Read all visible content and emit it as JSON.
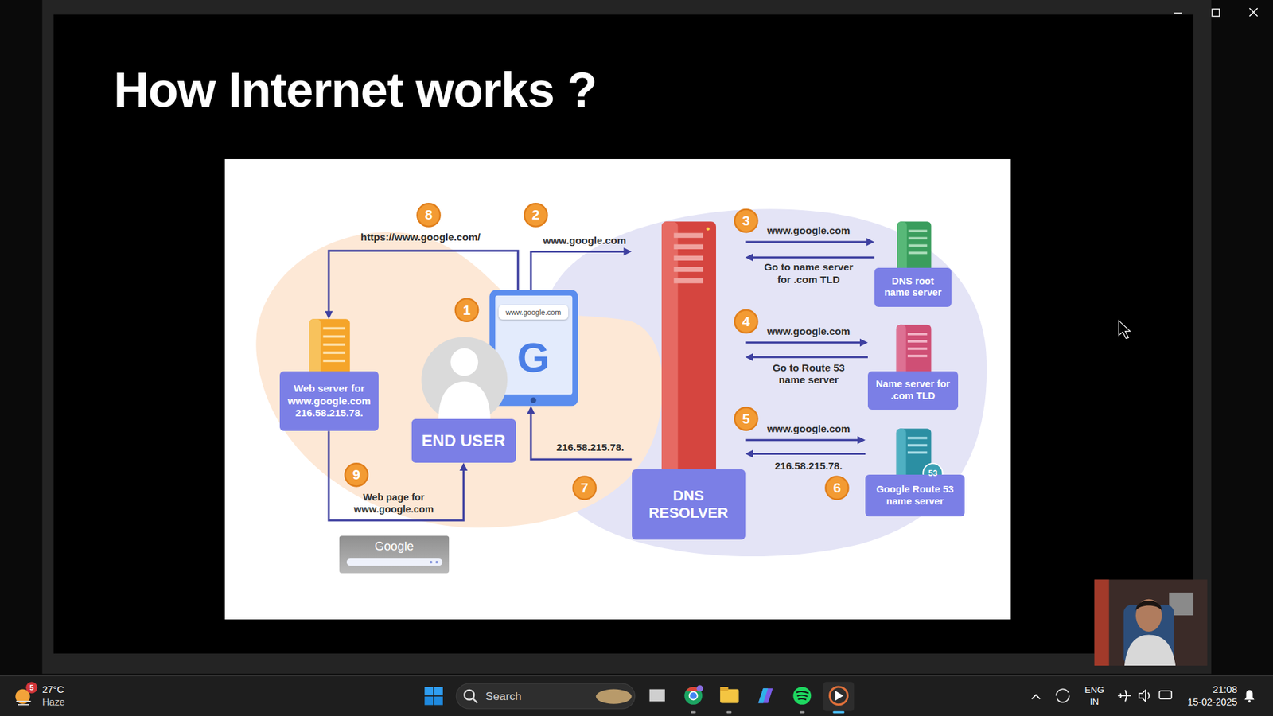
{
  "diagram": {
    "title": "How Internet works ?",
    "nodes": [
      {
        "text": [
          "Web server for www.google.com 216.58.215.78."
        ]
      },
      {
        "text": [
          "END USER"
        ]
      },
      {
        "text": [
          "www.google.com"
        ]
      },
      {
        "text": [
          "DNS RESOLVER"
        ]
      },
      {
        "text": [
          "DNS root name server"
        ]
      },
      {
        "text": [
          "Name server for .com TLD"
        ]
      },
      {
        "text": [
          "Google Route 53 name server"
        ]
      },
      {
        "text": [
          "Google"
        ]
      }
    ],
    "edges": [
      {
        "from": 2,
        "to": 3,
        "label": "www.google.com",
        "arrow": "to"
      },
      {
        "from": 3,
        "to": 4,
        "label": "www.google.com",
        "arrow": "to"
      },
      {
        "from": 4,
        "to": 3,
        "label": "Go to name server for .com TLD",
        "arrow": "to"
      },
      {
        "from": 3,
        "to": 5,
        "label": "www.google.com",
        "arrow": "to"
      },
      {
        "from": 5,
        "to": 3,
        "label": "Go to Route 53 name server",
        "arrow": "to"
      },
      {
        "from": 3,
        "to": 6,
        "label": "www.google.com",
        "arrow": "to"
      },
      {
        "from": 6,
        "to": 3,
        "label": "216.58.215.78.",
        "arrow": "to"
      },
      {
        "from": 3,
        "to": 2,
        "label": "216.58.215.78.",
        "arrow": "to"
      },
      {
        "from": 2,
        "to": 0,
        "label": "https://www.google.com/",
        "arrow": "to"
      },
      {
        "from": 0,
        "to": 1,
        "label": "Web page for www.google.com",
        "arrow": "to"
      }
    ],
    "labels": [
      "1",
      "2",
      "3",
      "4",
      "5",
      "6",
      "7",
      "8",
      "9",
      "G",
      "53",
      "5",
      "27°C",
      "Haze",
      "Search",
      "ENG",
      "IN",
      "21:08",
      "15-02-2025"
    ]
  }
}
